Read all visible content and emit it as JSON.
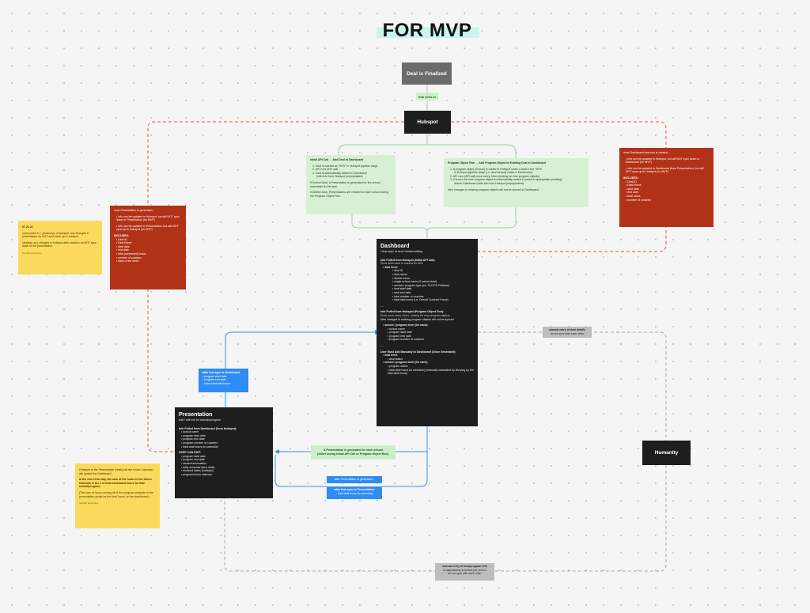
{
  "title": "FOR MVP",
  "colors": {
    "dark": "#1e1e1e",
    "red": "#b23217",
    "green": "#cdeecb",
    "yellow": "#fbd95c",
    "blue": "#2f8cf2",
    "gray": "#6b6b6b",
    "connector_red": "#e15b3f",
    "connector_blue": "#3d8ee8",
    "connector_green": "#92d4a0"
  },
  "nodes": {
    "deal_finalized": "Deal is Finalized",
    "info_lives_in": "Info lives in",
    "hubspot": "Hubspot",
    "humanity": "Humanity"
  },
  "initial_api": {
    "title": "Initial API Call → Add Deal to Dashboard",
    "steps": [
      "1. Deal is marked as \"90%\" in Hubspot pipeline stage",
      "2. API runs (API call)",
      "3. Deal is automatically added to Dashboard",
      "(with info from Hubspot prepopulated)"
    ],
    "school_note": "If School Deal, a Presentation is generated for the school associated to the deal.",
    "district_note": "If District Deal, Presentations are created for each school during the Program Object Run."
  },
  "program_object": {
    "title": "Program Object Run → Add Program Object to Existing Deal in Dashboard",
    "steps": [
      "1. A program object (School) is added to Hubspot under a deal in the \"90%\"",
      "in Hubspot pipeline stage (i.e. deal already exists in Dashboard)",
      "2. API runs (API call) once every 24hrs (looking for new program objects)",
      "3. If found, the new program object is automatically added & paired to appropriate (existing)",
      "deal in Dashboard (with info from Hubspot prepopulated)"
    ],
    "note": "New changes to existing program objects will not be synced to Dashboard."
  },
  "red_right": {
    "heading": "once Dashboard deal row is created...",
    "bullets": [
      "Info can be updated in Hubspot, but will NOT sync down to Dashboard (for MVP)",
      "Info can be updated in Dashboard (from Presentation), but will NOT sync up to Hubspot (for MVP)"
    ],
    "includes_label": "INCLUDES:",
    "includes": [
      "Deal ID",
      "Deal Name",
      "start date",
      "end date",
      "total hours",
      "number of coaches"
    ]
  },
  "red_left": {
    "heading": "once Presentation is generated...",
    "bullets": [
      "Info can be updated in Hubspot, but will NOT sync down to Presentation (for MVP)",
      "Info can be updated in Presentation, but will NOT sync up to Hubspot (for MVP)"
    ],
    "includes_label": "INCLUDES:",
    "includes": [
      "Deal ID",
      "Deal Name",
      "start date",
      "end date",
      "total (scheduled) hours",
      "number of coaches",
      "days of the week"
    ]
  },
  "yellow_top": {
    "date": "07.21.22",
    "p1": "once pulled in = photocopy of hubspot. any changes in presentation do NOT sync back up to hubspot",
    "p2": "similarly, any changes in hubspot after creation do NOT sync down to the presentation",
    "sig": "Sunidhi Humphrey"
  },
  "yellow_bottom": {
    "p1": "Changes to the Presentation (really just the Hours Calendar) will update the Dashboard...",
    "p2": "at the end of the day, the sum of the hours in the Hours Calendar is the # of total scheduled hours for that school/program.",
    "p3": "(The sum of hours coming off of the program schedule in the presentation would be the final 'hours' on the dashboard.)",
    "sig": "Sunidhi Humphrey"
  },
  "dashboard": {
    "title": "Dashboard",
    "subtitle": "*view only* of deal / limited editing",
    "s1_title": "Info Pulled from Hubspot (Initial API Call):",
    "s1_sub": "Runs when deal is marked as 90%",
    "deal_level": "deal level:",
    "s1_items": [
      "deal ID",
      "deal name",
      "district name",
      "single school name (if school deal)",
      "service / program type (ex: PLC/PD Release)",
      "deal start date",
      "deal end date",
      "total number of coaches",
      "total deal hours (i.e. Overall Contract Hours)"
    ],
    "sep": "---",
    "s2_title": "Info Pulled from Hubspot (Program Object Run):",
    "s2_sub": "Runs once every 24hrs, looking for new program objects.",
    "s2_sub2": "New changes to existing program objects will not be synced.",
    "school_level": "school / program level (for each):",
    "s2_items": [
      "school name",
      "program start date",
      "program end date",
      "program number of coaches"
    ],
    "s3_title": "User Must Add Manually to Dashboard (Once Generated):",
    "s3_deal": "deal level:",
    "s3_deal_items": [
      "deal status"
    ],
    "s3_school": "school / program level (for each):",
    "s3_school_items": [
      "program status",
      "total deal hours (in schedule) (manually calculated by divvying up the total deal hours)"
    ]
  },
  "presentation": {
    "title": "Presentation",
    "subtitle": "add / edit info for schools/program",
    "s1_title": "Info Pulled from Dashboard (from Hubspot):",
    "s1_items": [
      "school name",
      "program start date",
      "program end date",
      "program number of coaches",
      "total deal hours (in schedule)"
    ],
    "s2_title": "USER CAN EDIT:",
    "s2_items": [
      "program start date",
      "program end date",
      "student information",
      "daily schedule (time slots)",
      "blockout dates (holidays)",
      "program/hours calendar"
    ]
  },
  "blue_sync": {
    "title": "edits that sync to Dashboard:",
    "items": [
      "– program start date",
      "– program end date",
      "– total scheduled hours"
    ]
  },
  "blue_after": "after Presentation is generated...",
  "blue_edits": {
    "title": "edits that sync to Presentation:",
    "item": "– total deal hours (in schedule)"
  },
  "green_pres": {
    "line1": "A Presentation is generated for each school",
    "line2": "(either during Initial API Call or Program Object Run)."
  },
  "gray_manual_right": {
    "line1": "manual entry of deal details",
    "line2": "do not sync with each other"
  },
  "gray_manual_bottom": {
    "line1": "manual entry of deal/program info",
    "line2": "& daily/weekly schedule per school",
    "line3": "do not sync with each other"
  }
}
